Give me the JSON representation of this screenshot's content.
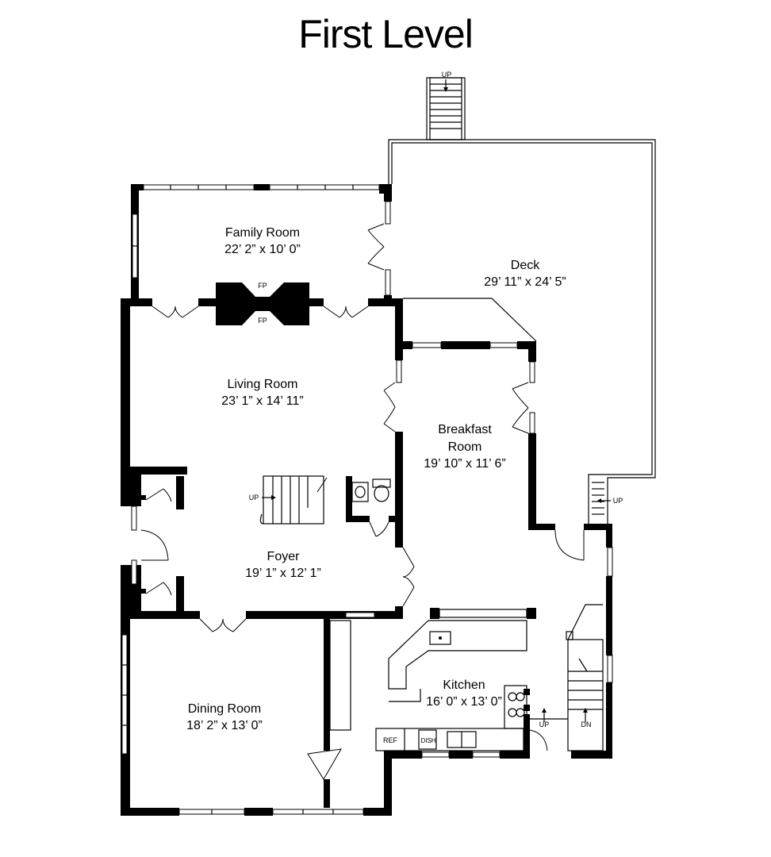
{
  "title": "First Level",
  "rooms": {
    "family": {
      "name": "Family Room",
      "dims": "22’ 2” x 10’ 0”"
    },
    "deck": {
      "name": "Deck",
      "dims": "29’ 11” x 24’ 5”"
    },
    "living": {
      "name": "Living Room",
      "dims": "23’ 1” x 14’ 11”"
    },
    "breakfast": {
      "name1": "Breakfast",
      "name2": "Room",
      "dims": "19’ 10” x 11’ 6”"
    },
    "foyer": {
      "name": "Foyer",
      "dims": "19’ 1” x 12’ 1”"
    },
    "kitchen": {
      "name": "Kitchen",
      "dims": "16’ 0” x 13’ 0”"
    },
    "dining": {
      "name": "Dining Room",
      "dims": "18’ 2” x 13’ 0”"
    }
  },
  "labels": {
    "fp": "FP",
    "up": "UP",
    "dn": "DN",
    "ref": "REF",
    "dish": "DISH"
  }
}
